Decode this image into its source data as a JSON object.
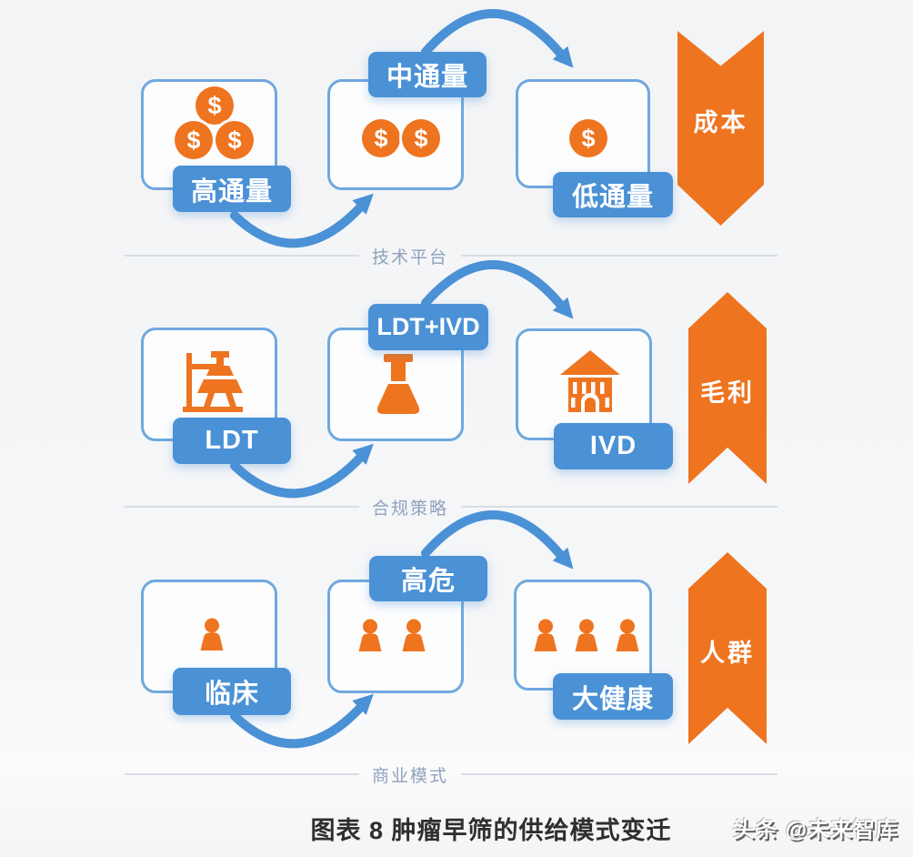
{
  "colors": {
    "blue": "#4A91D6",
    "blue_light": "#6FA8DE",
    "orange": "#EE7420"
  },
  "coin_symbol": "$",
  "caption": "图表 8 肿瘤早筛的供给模式变迁",
  "watermark": "头条 @未来智库",
  "rows": [
    {
      "theme": "技术平台",
      "ribbon": {
        "label": "成本",
        "direction": "down"
      },
      "stages": [
        {
          "label": "高通量",
          "icon": "money-coins",
          "count": 3
        },
        {
          "label": "中通量",
          "icon": "money-coins",
          "count": 2
        },
        {
          "label": "低通量",
          "icon": "money-coins",
          "count": 1
        }
      ]
    },
    {
      "theme": "合规策略",
      "ribbon": {
        "label": "毛利",
        "direction": "up"
      },
      "stages": [
        {
          "label": "LDT",
          "icon": "lab-stand"
        },
        {
          "label": "LDT+IVD",
          "icon": "flask"
        },
        {
          "label": "IVD",
          "icon": "hospital-building"
        }
      ]
    },
    {
      "theme": "商业模式",
      "ribbon": {
        "label": "人群",
        "direction": "up"
      },
      "stages": [
        {
          "label": "临床",
          "icon": "person",
          "count": 1
        },
        {
          "label": "高危",
          "icon": "person",
          "count": 2
        },
        {
          "label": "大健康",
          "icon": "person",
          "count": 3
        }
      ]
    }
  ]
}
